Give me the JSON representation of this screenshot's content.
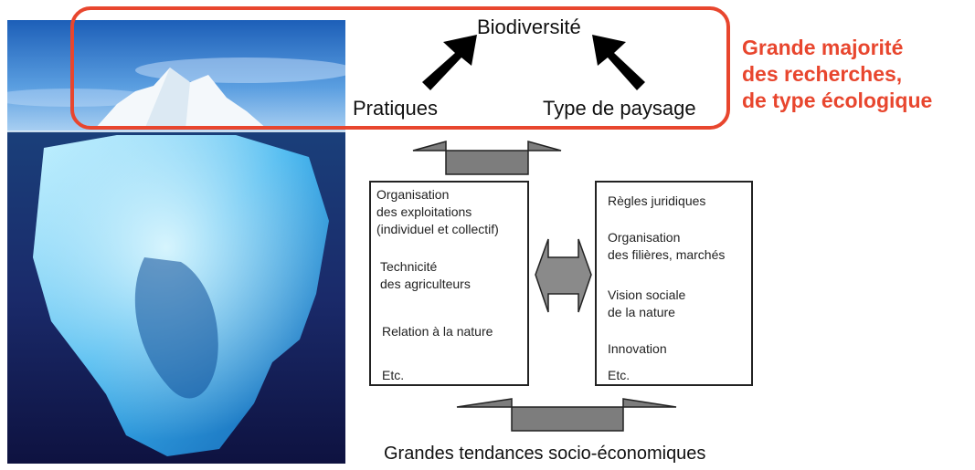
{
  "image": {
    "icon": "iceberg-photo"
  },
  "top": {
    "title": "Biodiversité",
    "left_label": "Pratiques",
    "right_label": "Type de paysage"
  },
  "note": {
    "lines": [
      "Grande majorité",
      "des recherches,",
      "de type écologique"
    ],
    "color": "#e8462e"
  },
  "left_box": {
    "items": [
      "Organisation\ndes exploitations\n(individuel et collectif)",
      "Technicité\ndes agriculteurs",
      "Relation à la nature",
      "Etc."
    ]
  },
  "right_box": {
    "items": [
      "Règles juridiques",
      "Organisation\ndes filières, marchés",
      "Vision sociale\nde la nature",
      "Innovation",
      "Etc."
    ]
  },
  "bottom": {
    "caption": "Grandes tendances socio-économiques"
  }
}
